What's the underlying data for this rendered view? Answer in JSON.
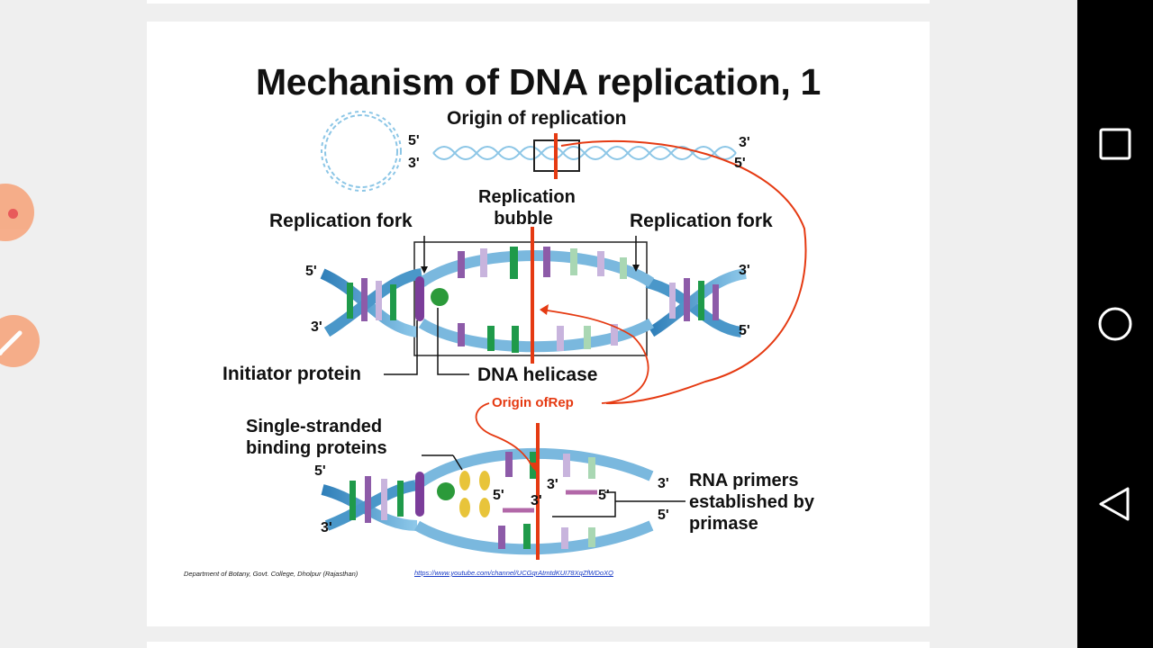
{
  "slide": {
    "title": "Mechanism of DNA replication, 1",
    "labels": {
      "origin": "Origin of replication",
      "bubble": "Replication bubble",
      "fork_left": "Replication fork",
      "fork_right": "Replication fork",
      "initiator": "Initiator protein",
      "helicase": "DNA helicase",
      "ssb": "Single-stranded binding proteins",
      "primers": "RNA primers established by primase"
    },
    "strand_ends": {
      "five": "5'",
      "three": "3'"
    },
    "annotation": "Origin ofRep",
    "footer_credit": "Department of Botany, Govt. College, Dholpur (Rajasthan)",
    "footer_link": "https://www.youtube.com/channel/UCGqrAtmtdKUI78XqZfWDoXQ"
  },
  "colors": {
    "annotation_red": "#e53a12",
    "helix_blue": "#5aa6d2",
    "base_green": "#1f9a4a",
    "base_purple": "#8d5ba8",
    "navbar": "#000000"
  },
  "icons": {
    "record": "record-icon",
    "pen": "pen-icon",
    "recent_apps": "square-icon",
    "home": "circle-icon",
    "back": "triangle-back-icon"
  }
}
